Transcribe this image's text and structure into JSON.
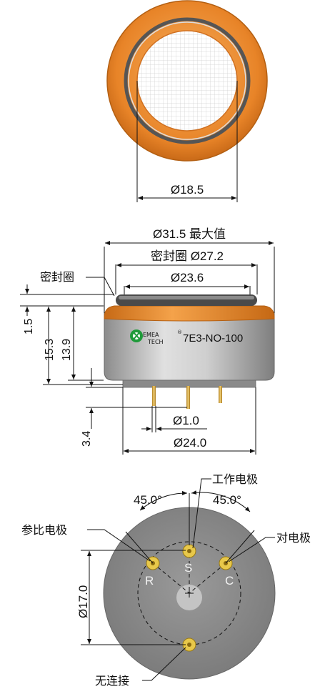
{
  "top_view": {
    "dim_diameter": "Ø18.5"
  },
  "side_view": {
    "dim_max": "Ø31.5 最大值",
    "dim_seal": "密封圈 Ø27.2",
    "dim_top": "Ø23.6",
    "seal_label": "密封圈",
    "dim_1_5": "1.5",
    "dim_15_3": "15.3",
    "dim_13_9": "13.9",
    "dim_3_4": "3.4",
    "dim_pin": "Ø1.0",
    "dim_pin_circle": "Ø24.0",
    "logo_top": "EMEA",
    "logo_bottom": "TECH",
    "model": "7E3-NO-100",
    "registered": "®"
  },
  "bottom_view": {
    "working_electrode": "工作电极",
    "reference_electrode": "参比电极",
    "counter_electrode": "对电极",
    "no_connection": "无连接",
    "angle_left": "45.0°",
    "angle_right": "45.0°",
    "dim_17": "Ø17.0",
    "pin_r": "R",
    "pin_s": "S",
    "pin_c": "C"
  },
  "colors": {
    "orange": "#e8862a",
    "body_gray": "#b9b9b9",
    "face_gray": "#8e8e8e",
    "gold": "#e8c84a"
  }
}
